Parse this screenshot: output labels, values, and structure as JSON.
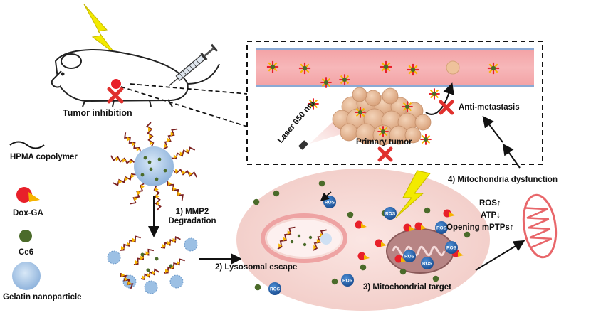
{
  "labels": {
    "tumor_inhibition": "Tumor inhibition",
    "laser": "Laser 650 nm",
    "primary_tumor": "Primary tumor",
    "anti_metastasis": "Anti-metastasis",
    "step1_line1": "1) MMP2",
    "step1_line2": "Degradation",
    "step2": "2) Lysosomal escape",
    "step3": "3) Mitochondrial target",
    "step4": "4) Mitochondria dysfunction",
    "ros_up": "ROS↑",
    "atp_down": "ATP↓",
    "opening": "Opening mPTPs↑",
    "ros_tag": "ROS"
  },
  "legend": [
    {
      "label": "HPMA copolymer",
      "icon": "wavy-line-icon"
    },
    {
      "label": "Dox-GA",
      "icon": "red-circle-yellow-triangle-icon"
    },
    {
      "label": "Ce6",
      "icon": "green-dot-icon"
    },
    {
      "label": "Gelatin nanoparticle",
      "icon": "blue-sphere-icon"
    }
  ],
  "colors": {
    "vessel": "#f59a9e",
    "vessel_edge": "#9fb6d6",
    "cell": "#f8dcd8",
    "tumor": "#e8b996",
    "gelatin": "#a9c7e6",
    "dox_red": "#e8202a",
    "ga_yellow": "#f6b400",
    "ce6_green": "#4b6b2a",
    "polymer": "#7a2020",
    "bolt": "#f2e600",
    "cross": "#e0302d",
    "mito": "#e8666a",
    "ros_blue": "#2a6bb8"
  }
}
